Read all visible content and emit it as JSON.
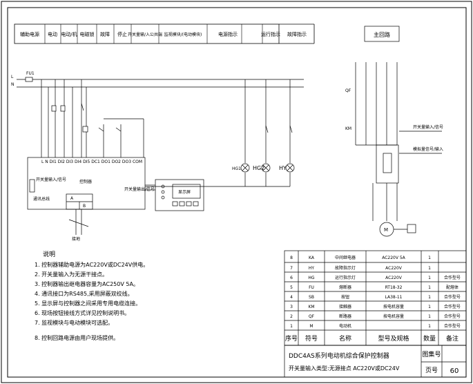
{
  "header_row": {
    "cells": [
      "辅助电源",
      "电动",
      "电动/机",
      "电磁锁",
      "故障",
      "停止",
      "开关量输/入公共端",
      "监视模块/(电动模块)",
      "电源指示",
      "运行指示",
      "故障指示"
    ]
  },
  "main_circuit_title": "主回路",
  "left_circuit": {
    "supply_labels": [
      "L",
      "N"
    ],
    "fuse_label": "FU1",
    "terminal_strip": "L N DI1 DI2 DI3 DI4 DI5 DC1 DO1 DO2 DO3 COM",
    "controller_name": "控制器",
    "module_left_label": "开关量输入/信号",
    "module_right_label": "开关量输出/信号",
    "display_label": "显示屏",
    "bus_label": "通讯总线",
    "box_labels": [
      "A",
      "B"
    ],
    "ground_label": "接地"
  },
  "indicator_lamps": [
    "HG1",
    "HG2",
    "HY"
  ],
  "right_circuit": {
    "labels": [
      "QF",
      "KM",
      "开关量输入/信号",
      "模拟量信号/输入",
      "M"
    ]
  },
  "notes": {
    "title": "说明",
    "lines": [
      "1. 控制器辅助电源为AC220V或DC24V供电。",
      "2. 开关量输入为无源干接点。",
      "3. 控制器输出继电器容量为AC250V 5A。",
      "4. 通讯接口为RS485,采用屏蔽双绞线。",
      "5. 显示屏与控制器之间采用专用电缆连接。",
      "6. 现场按钮接线方式详见控制说明书。",
      "7. 监视模块与电动模块可选配。",
      "8. 控制回路电源由用户现场提供。"
    ]
  },
  "parts_table": {
    "rows": [
      [
        "8",
        "KA",
        "中间继电器",
        "AC220V 5A",
        "1",
        ""
      ],
      [
        "7",
        "HY",
        "故障指示灯",
        "AC220V",
        "1",
        ""
      ],
      [
        "6",
        "HG",
        "运行指示灯",
        "AC220V",
        "1",
        "合作型号"
      ],
      [
        "5",
        "FU",
        "熔断器",
        "RT18-32",
        "1",
        "配熔体"
      ],
      [
        "4",
        "SB",
        "按钮",
        "LA38-11",
        "1",
        "合作型号"
      ],
      [
        "3",
        "KM",
        "接触器",
        "按电机容量",
        "1",
        "合作型号"
      ],
      [
        "2",
        "QF",
        "断路器",
        "按电机容量",
        "1",
        "合作型号"
      ],
      [
        "1",
        "M",
        "电动机",
        "",
        "1",
        "合作型号"
      ]
    ],
    "header": [
      "序号",
      "符号",
      "名称",
      "型号及规格",
      "数量",
      "备注"
    ],
    "title_line1": "DDC4AS系列电动机综合保护控制器",
    "title_line2": "开关量输入类型:无源接点 AC220V或DC24V",
    "label_drawing_no": "图集号",
    "label_page": "页号",
    "page_value": "60"
  }
}
